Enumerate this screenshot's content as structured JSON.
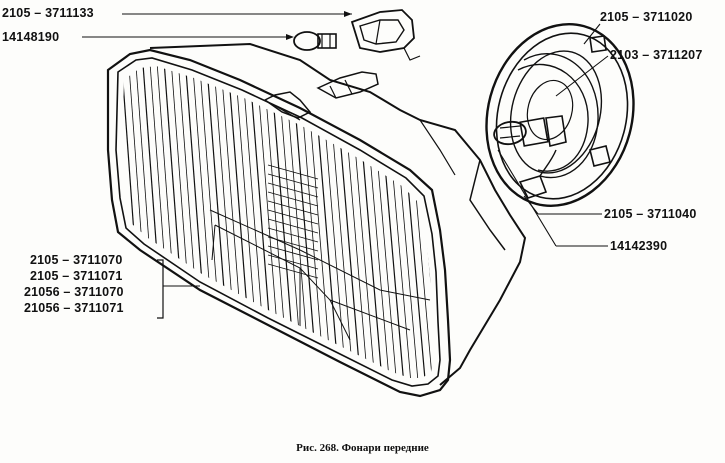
{
  "caption": "Рис. 268. Фонари передние",
  "labels": {
    "bulb_holder": "2105 – 3711133",
    "side_bulb": "14148190",
    "rear_cover": "2105 – 3711020",
    "spring": "2103 – 3711207",
    "socket": "2105 – 3711040",
    "main_bulb": "14142390",
    "headlamp_1": "2105 – 3711070",
    "headlamp_2": "2105 – 3711071",
    "headlamp_3": "21056 – 3711070",
    "headlamp_4": "21056 – 3711071"
  },
  "colors": {
    "ink": "#111111",
    "paper": "#fdfdfb"
  }
}
